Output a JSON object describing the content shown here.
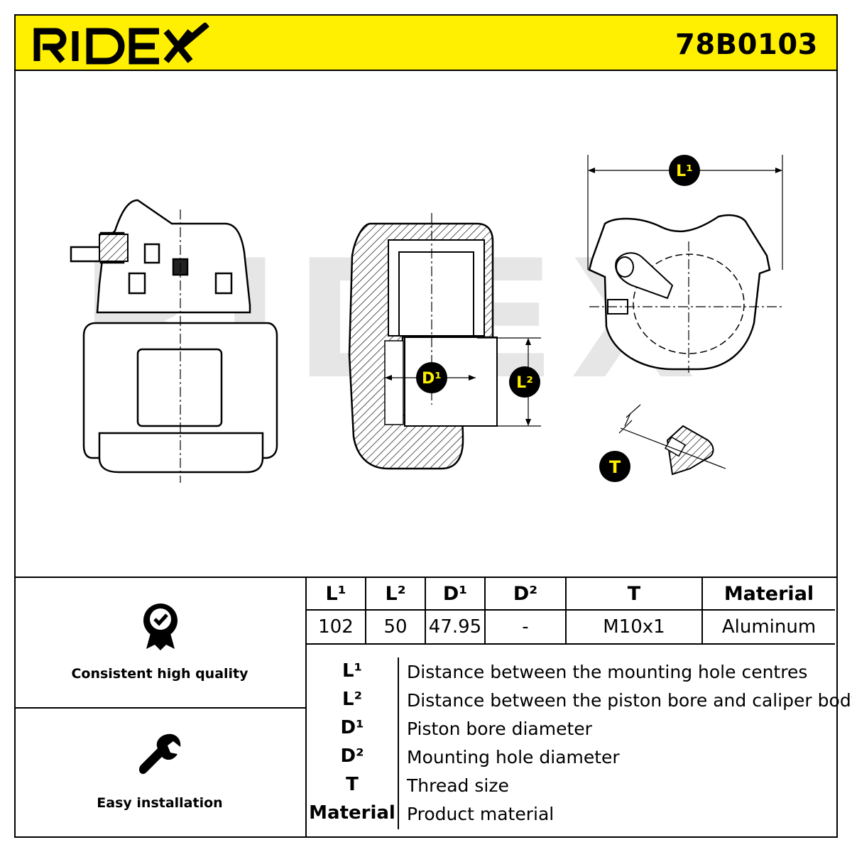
{
  "header": {
    "brand": "RIDEX",
    "part_number": "78B0103",
    "background_color": "#ffef00"
  },
  "drawing": {
    "watermark": "RIDEX",
    "callouts": {
      "l1": "L¹",
      "l2": "L²",
      "d1": "D¹",
      "t": "T"
    }
  },
  "features": [
    {
      "icon": "quality-badge-icon",
      "label": "Consistent high quality"
    },
    {
      "icon": "wrench-icon",
      "label": "Easy installation"
    }
  ],
  "spec_table": {
    "headers": [
      "L¹",
      "L²",
      "D¹",
      "D²",
      "T",
      "Material"
    ],
    "values": [
      "102",
      "50",
      "47.95",
      "-",
      "M10x1",
      "Aluminum"
    ]
  },
  "legend": [
    {
      "key": "L¹",
      "desc": "Distance between the mounting hole centres"
    },
    {
      "key": "L²",
      "desc": "Distance between the piston bore and caliper body"
    },
    {
      "key": "D¹",
      "desc": "Piston bore diameter"
    },
    {
      "key": "D²",
      "desc": "Mounting hole diameter"
    },
    {
      "key": "T",
      "desc": "Thread size"
    },
    {
      "key": "Material",
      "desc": "Product material"
    }
  ]
}
